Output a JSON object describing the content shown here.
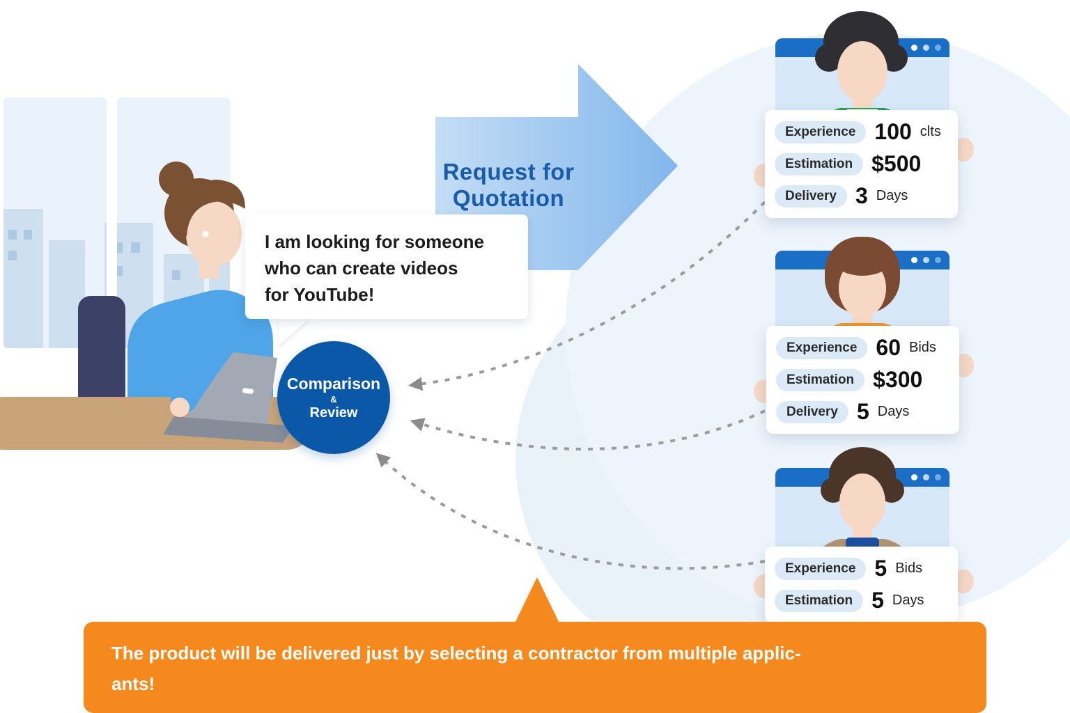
{
  "rfq": {
    "line1": "Request for",
    "line2": "Quotation"
  },
  "speech": {
    "line1": "I am looking for someone",
    "line2": "who can create videos",
    "line3": "for YouTube!"
  },
  "comparison": {
    "line1": "Comparison",
    "amp": "&",
    "line2": "Review"
  },
  "contractors": [
    {
      "rows": [
        {
          "label": "Experience",
          "value": "100",
          "unit": "clts"
        },
        {
          "label": "Estimation",
          "value": "$500",
          "unit": ""
        },
        {
          "label": "Delivery",
          "value": "3",
          "unit": "Days"
        }
      ]
    },
    {
      "rows": [
        {
          "label": "Experience",
          "value": "60",
          "unit": "Bids"
        },
        {
          "label": "Estimation",
          "value": "$300",
          "unit": ""
        },
        {
          "label": "Delivery",
          "value": "5",
          "unit": "Days"
        }
      ]
    },
    {
      "rows": [
        {
          "label": "Experience",
          "value": "5",
          "unit": "Bids"
        },
        {
          "label": "Estimation",
          "value": "5",
          "unit": "Days"
        }
      ]
    }
  ],
  "banner": {
    "line1": "The product will be delivered just by selecting a contractor from multiple applic-",
    "line2": "ants!"
  },
  "colors": {
    "accent_orange": "#F6891E",
    "circle_blue": "#0B57A8",
    "titlebar_blue": "#1A6EC5",
    "rfq_text_blue": "#1A5CA9",
    "window_light_blue": "#D7E9F8",
    "pill_light_blue": "#DCEAF8",
    "dashed_gray": "#9B9B9B"
  }
}
